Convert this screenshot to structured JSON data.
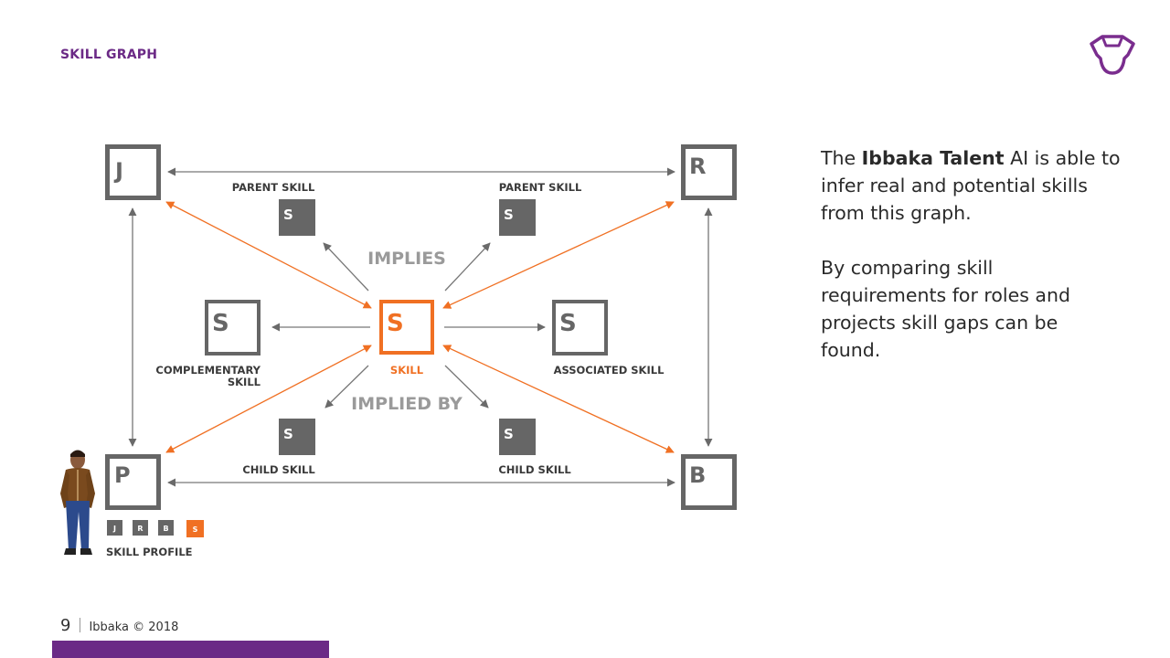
{
  "header": {
    "section_title": "SKILL GRAPH"
  },
  "diagram": {
    "corner_nodes": {
      "top_left": "J",
      "top_right": "R",
      "bottom_left": "P",
      "bottom_right": "B"
    },
    "center_node": "S",
    "skill_node_letter": "S",
    "labels": {
      "parent_left": "PARENT SKILL",
      "parent_right": "PARENT SKILL",
      "child_left": "CHILD SKILL",
      "child_right": "CHILD SKILL",
      "complementary_line1": "COMPLEMENTARY",
      "complementary_line2": "SKILL",
      "skill": "SKILL",
      "associated": "ASSOCIATED SKILL",
      "implies": "IMPLIES",
      "implied_by": "IMPLIED BY"
    },
    "skill_profile": {
      "badges": [
        "J",
        "R",
        "B",
        "S"
      ],
      "label": "SKILL PROFILE"
    },
    "colors": {
      "accent": "#f07023",
      "node": "#666666",
      "brand": "#6b2a86"
    }
  },
  "side_text": {
    "p1_before": "The ",
    "p1_bold": "Ibbaka Talent",
    "p1_after": " AI is able to infer real and potential skills from this graph.",
    "p2": "By comparing skill requirements for roles and projects skill gaps can be found."
  },
  "footer": {
    "page_number": "9",
    "copyright": "Ibbaka © 2018"
  }
}
